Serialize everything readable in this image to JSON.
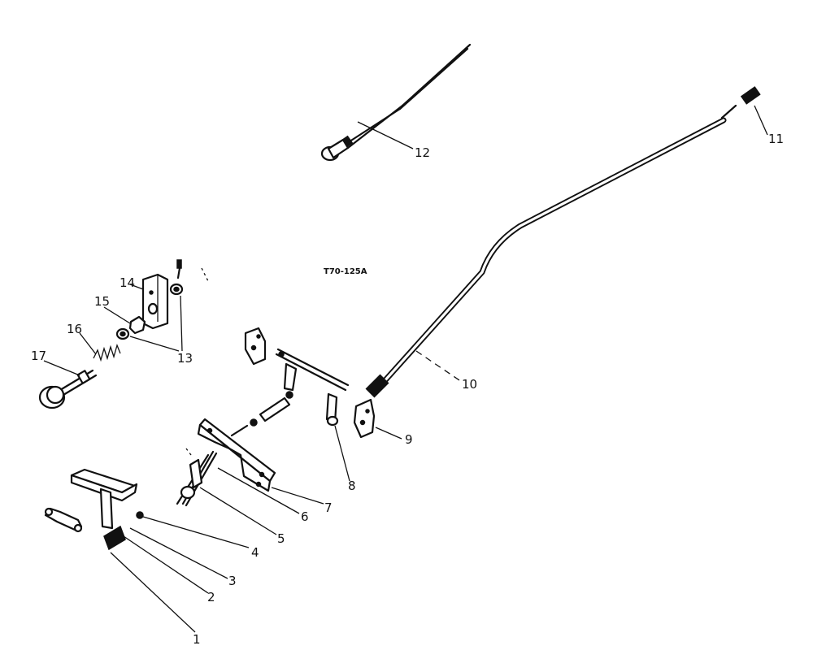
{
  "drawing_ref": "T70-125A",
  "callouts": [
    "1",
    "2",
    "3",
    "4",
    "5",
    "6",
    "7",
    "8",
    "9",
    "10",
    "11",
    "12",
    "13",
    "14",
    "15",
    "16",
    "17"
  ]
}
